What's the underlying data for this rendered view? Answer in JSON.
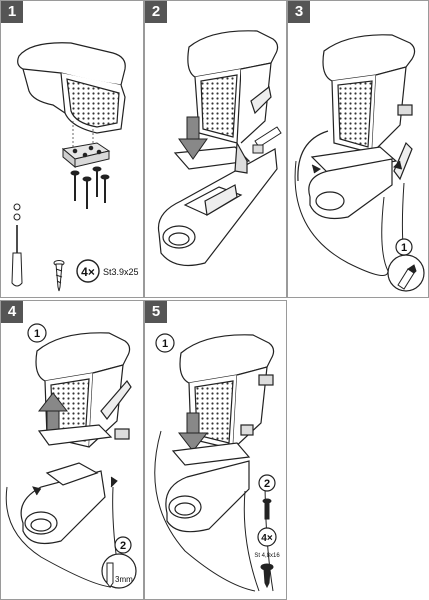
{
  "steps": [
    {
      "number": "1",
      "hardware": {
        "count": "4×",
        "spec": "St3.9x25"
      }
    },
    {
      "number": "2"
    },
    {
      "number": "3",
      "callout": "1"
    },
    {
      "number": "4",
      "callout_a": "1",
      "callout_b": "2",
      "drill": "3mm"
    },
    {
      "number": "5",
      "callout_a": "1",
      "callout_b": "2",
      "count": "4×",
      "spec": "St 4,8x16"
    }
  ],
  "colors": {
    "border": "#9a9a9a",
    "badge": "#555555",
    "line": "#222222"
  }
}
